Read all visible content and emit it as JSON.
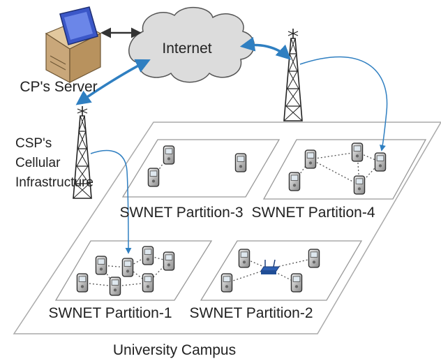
{
  "labels": {
    "internet": "Internet",
    "server": "CP's Server",
    "csp_line1": "CSP's",
    "csp_line2": "Cellular",
    "csp_line3": "Infrastructure",
    "partition1": "SWNET Partition-1",
    "partition2": "SWNET Partition-2",
    "partition3": "SWNET Partition-3",
    "partition4": "SWNET Partition-4",
    "campus": "University Campus"
  },
  "colors": {
    "link_blue": "#2f7fc1",
    "cloud_fill": "#dcdcdc",
    "outline": "#333333",
    "server_blue": "#3b57c8",
    "server_tan": "#c9a77a"
  }
}
